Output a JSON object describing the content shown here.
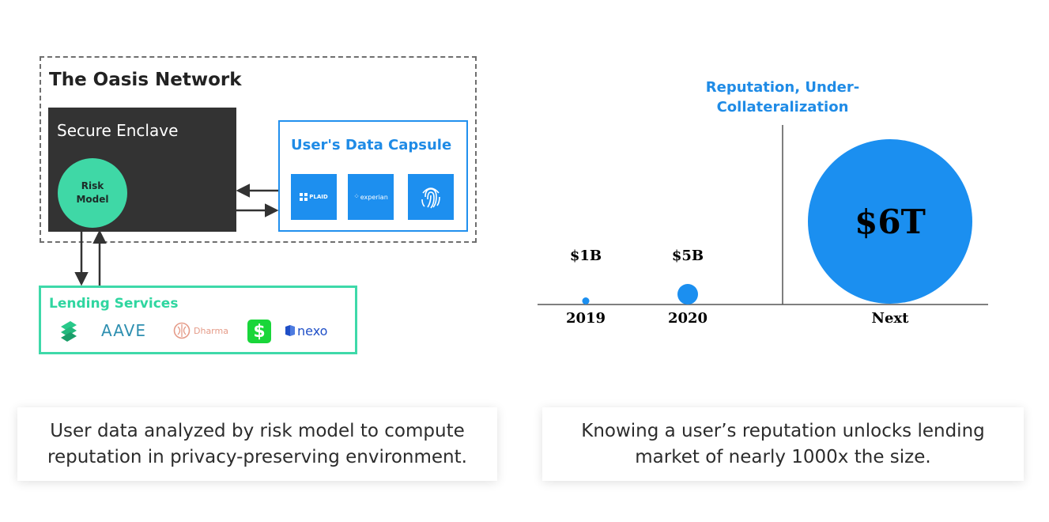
{
  "left_diagram": {
    "network_title": "The Oasis Network",
    "enclave_title": "Secure Enclave",
    "risk_model_label": "Risk\nModel",
    "capsule_title": "User's Data Capsule",
    "capsule_tiles": [
      {
        "icon": "plaid-logo-icon",
        "label": "PLAID"
      },
      {
        "icon": "experian-logo-icon",
        "label": "experian"
      },
      {
        "icon": "fingerprint-icon"
      }
    ],
    "lending_title": "Lending Services",
    "lending_logos": [
      {
        "icon": "compound-logo-icon"
      },
      {
        "icon": "aave-logo-icon",
        "label": "AAVE"
      },
      {
        "icon": "dharma-logo-icon",
        "label": "Dharma"
      },
      {
        "icon": "cash-app-logo-icon",
        "label": "$"
      },
      {
        "icon": "nexo-logo-icon",
        "label": "nexo"
      }
    ],
    "colors": {
      "enclave": "#333333",
      "mint": "#3fd8a6",
      "blue": "#1f8be6"
    }
  },
  "chart_data": {
    "type": "scatter",
    "title": "Reputation, Under-\nCollateralization",
    "categories": [
      "2019",
      "2020",
      "Next"
    ],
    "values": [
      1,
      5,
      6000
    ],
    "value_labels": [
      "$1B",
      "$5B",
      "$6T"
    ],
    "unit": "billions USD",
    "encoding": "bubble area",
    "color": "#1b8ff0"
  },
  "captions": {
    "left": "User data analyzed by risk model to compute\nreputation in privacy-preserving environment.",
    "right": "Knowing a user’s reputation unlocks lending\nmarket of nearly 1000x the size."
  }
}
